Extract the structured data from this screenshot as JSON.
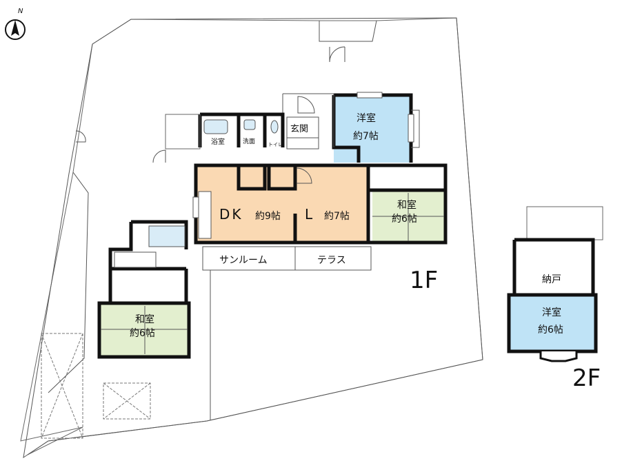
{
  "compass": {
    "north": "N",
    "icon": "compass-icon"
  },
  "floors": {
    "first": "1F",
    "second": "2F"
  },
  "rooms": {
    "western_1f": {
      "name": "洋室",
      "size": "約7帖"
    },
    "entrance": "玄関",
    "bath": "浴室",
    "washroom": "洗面",
    "toilet": "トイレ",
    "dk": {
      "name": "DK",
      "size": "約9帖"
    },
    "living": {
      "name": "L",
      "size": "約7帖"
    },
    "japanese_1f_east": {
      "name": "和室",
      "size": "約6帖"
    },
    "sunroom": "サンルーム",
    "terrace": "テラス",
    "japanese_1f_west": {
      "name": "和室",
      "size": "約6帖"
    },
    "storage_2f": "納戸",
    "western_2f": {
      "name": "洋室",
      "size": "約6帖"
    }
  },
  "colors": {
    "western": "#bfe3f6",
    "dk_living": "#fad9b3",
    "japanese": "#e3efcf",
    "wall": "#111111",
    "wet_area": "#d9ecf7"
  }
}
